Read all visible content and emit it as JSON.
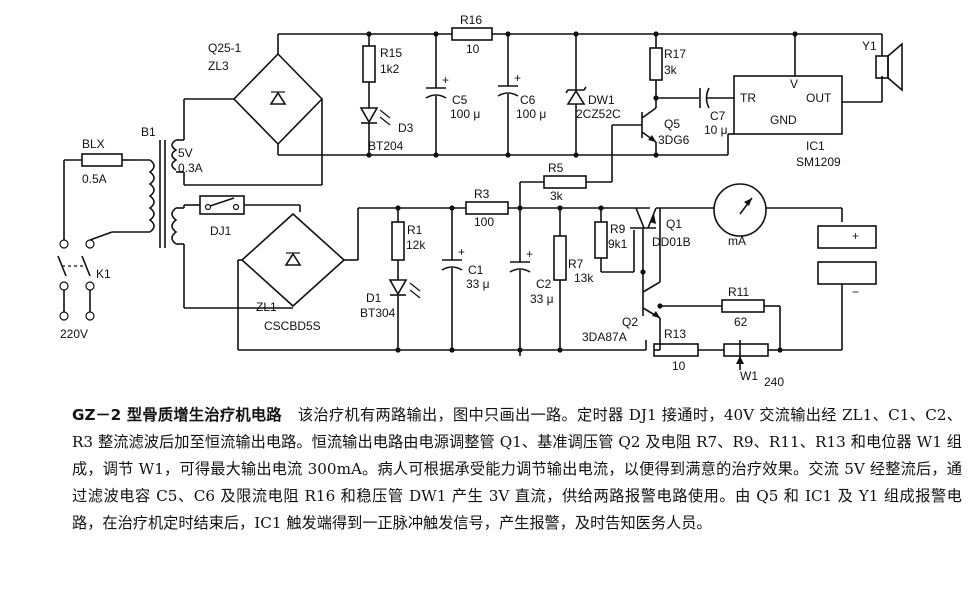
{
  "diagram": {
    "labels": {
      "zl3": "Q25-1",
      "zl3_name": "ZL3",
      "b1": "B1",
      "blx": "BLX",
      "blx_rating": "0.5A",
      "transformer_v": "5V",
      "transformer_a": "0.3A",
      "k1": "K1",
      "mains": "220V",
      "dj1": "DJ1",
      "zl1": "ZL1",
      "zl1_type": "CSCBD5S",
      "r15": "R15",
      "r15_val": "1k2",
      "d3": "D3",
      "d3_type": "BT204",
      "r16": "R16",
      "r16_val": "10",
      "c5": "C5",
      "c5_val": "100 μ",
      "c6": "C6",
      "c6_val": "100 μ",
      "dw1": "DW1",
      "dw1_type": "2CZ52C",
      "r17": "R17",
      "r17_val": "3k",
      "c7": "C7",
      "c7_val": "10 μ",
      "q5": "Q5",
      "q5_type": "3DG6",
      "ic1_tr": "TR",
      "ic1_v": "V",
      "ic1_out": "OUT",
      "ic1_gnd": "GND",
      "ic1": "IC1",
      "ic1_type": "SM1209",
      "y1": "Y1",
      "r5": "R5",
      "r5_val": "3k",
      "r3": "R3",
      "r3_val": "100",
      "r1": "R1",
      "r1_val": "12k",
      "d1": "D1",
      "d1_type": "BT304",
      "c1": "C1",
      "c1_val": "33 μ",
      "c2": "C2",
      "c2_val": "33 μ",
      "r7": "R7",
      "r7_val": "13k",
      "r9": "R9",
      "r9_val": "9k1",
      "q1": "Q1",
      "q1_type": "DD01B",
      "meter": "mA",
      "q2": "Q2",
      "q2_type": "3DA87A",
      "r11": "R11",
      "r11_val": "62",
      "r13": "R13",
      "r13_val": "10",
      "w1": "W1",
      "w1_val": "240"
    }
  },
  "caption": {
    "title": "GZ－2 型骨质增生治疗机电路",
    "body": "该治疗机有两路输出，图中只画出一路。定时器 DJ1 接通时，40V 交流输出经 ZL1、C1、C2、R3 整流滤波后加至恒流输出电路。恒流输出电路由电源调整管 Q1、基准调压管 Q2 及电阻 R7、R9、R11、R13 和电位器 W1 组成，调节 W1，可得最大输出电流 300mA。病人可根据承受能力调节输出电流，以便得到满意的治疗效果。交流 5V 经整流后，通过滤波电容 C5、C6 及限流电阻 R16 和稳压管 DW1 产生 3V 直流，供给两路报警电路使用。由 Q5 和 IC1 及 Y1 组成报警电路，在治疗机定时结束后，IC1 触发端得到一正脉冲触发信号，产生报警，及时告知医务人员。"
  }
}
